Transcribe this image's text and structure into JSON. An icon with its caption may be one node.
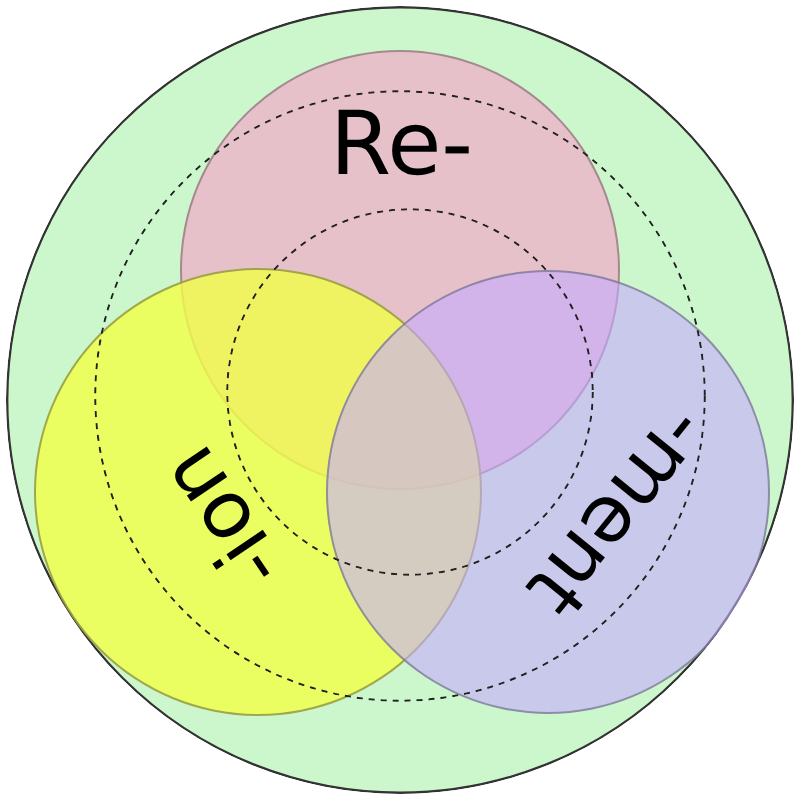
{
  "diagram": {
    "nodes": [
      {
        "text": [],
        "shape": "circle"
      },
      {
        "text": [
          "Re-"
        ],
        "in": 0
      },
      {
        "text": [
          "-ion"
        ],
        "in": 0
      },
      {
        "text": [
          "-ment"
        ],
        "in": 0
      },
      {
        "text": [],
        "shape": "circle",
        "in": 0
      },
      {
        "text": [],
        "shape": "circle",
        "in": 4
      }
    ]
  }
}
